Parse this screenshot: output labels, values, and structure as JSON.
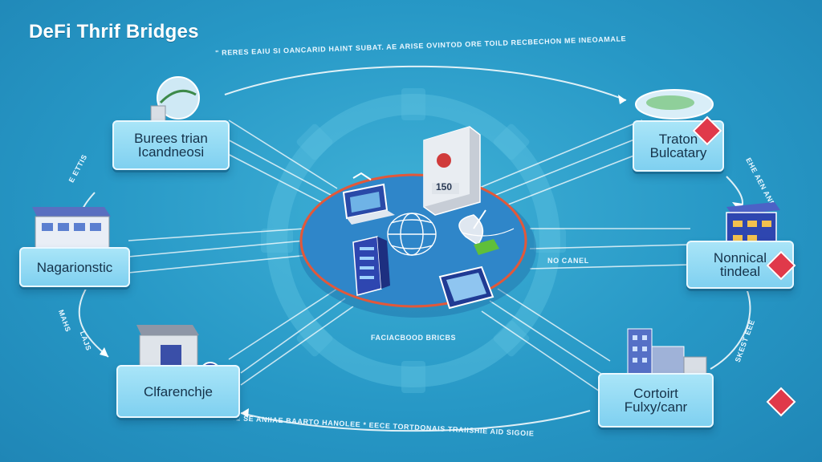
{
  "title": "DeFi Thrif Bridges",
  "captions": {
    "top": "\" RERES EAIU SI OANCARID HAINT SUBAT. AE ARISE OVINTOD ORE TOILD RECBECHON ME INEOAMALE",
    "left_upper": "E ETTIS",
    "left_lower": "MAHS",
    "left_lower2": "LAJS",
    "right_upper": "EHE AEN ANES",
    "right_lower": "SKEST EEE",
    "right_mid": "NO CANEL",
    "hub_bottom": "FACIACBOOD BRICBS",
    "bottom": "IE SE ANIIAE BAARTO HANOLEE * EECE TORTDONAIS TRAIISHIE AID SIGOIE"
  },
  "nodes": {
    "top_left": {
      "line1": "Burees trian",
      "line2": "Icandneosi"
    },
    "left": {
      "line1": "Nagarionstic"
    },
    "bottom_left": {
      "line1": "Clfarenchje"
    },
    "top_right": {
      "line1": "Traton",
      "line2": "Bulcatary"
    },
    "right": {
      "line1": "Nonnical",
      "line2": "tindeal"
    },
    "bottom_right": {
      "line1": "Cortoirt",
      "line2": "Fulxy/canr"
    }
  },
  "hub": {
    "tower_label": "150"
  },
  "colors": {
    "background": "#2798c6",
    "hub_fill": "#2f86c9",
    "hub_ring": "#e2583a",
    "card": "#8fd8f3",
    "badge": "#e0394a"
  }
}
